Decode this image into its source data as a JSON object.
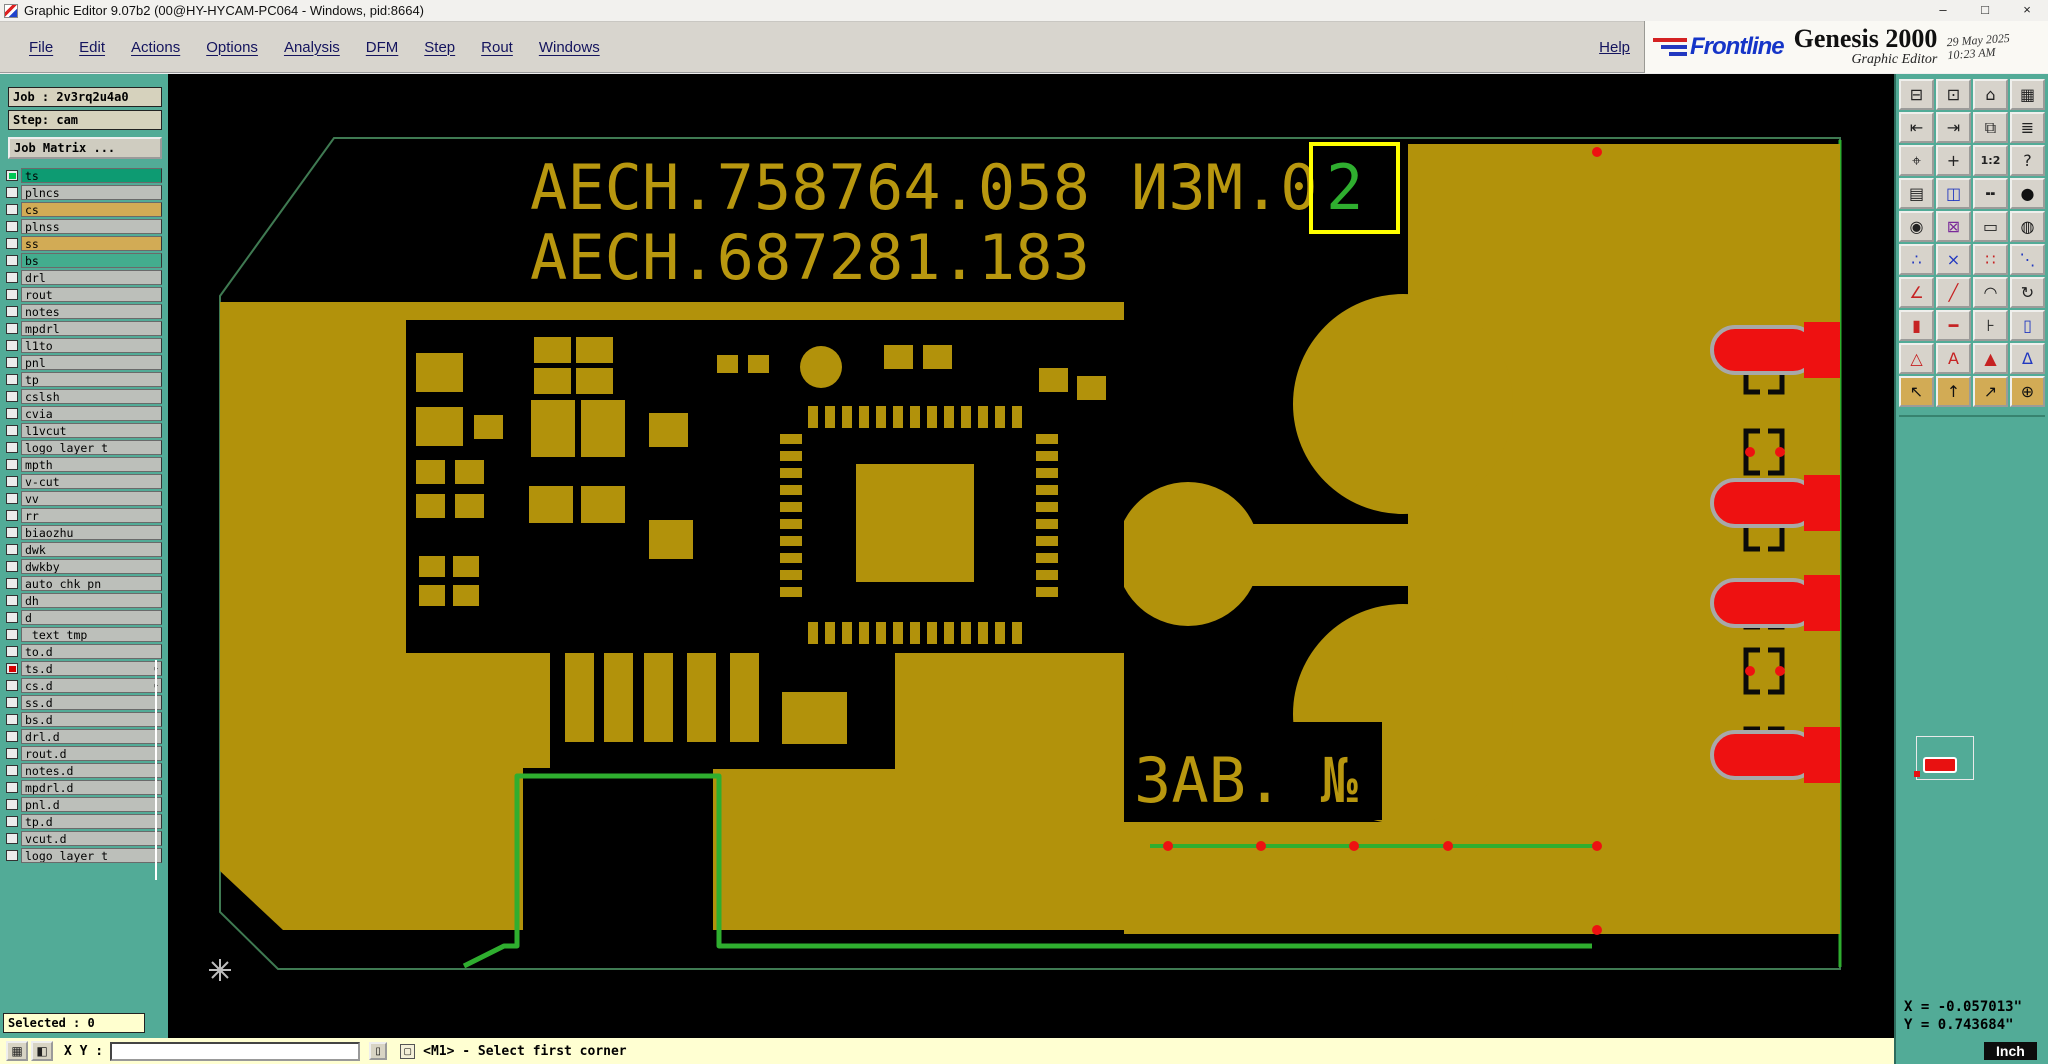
{
  "window": {
    "title": "Graphic Editor 9.07b2 (00@HY-HYCAM-PC064 - Windows, pid:8664)",
    "controls": {
      "minimize": "–",
      "maximize": "□",
      "close": "×"
    }
  },
  "menu": {
    "items": [
      "File",
      "Edit",
      "Actions",
      "Options",
      "Analysis",
      "DFM",
      "Step",
      "Rout",
      "Windows"
    ],
    "help": "Help"
  },
  "brand": {
    "logo": "Frontline",
    "product": "Genesis 2000",
    "date": "29 May 2025",
    "time": "10:23 AM",
    "app": "Graphic Editor"
  },
  "sidebar": {
    "job_label": "Job : 2v3rq2u4a0",
    "step_label": "Step: cam",
    "matrix_button": "Job Matrix ...",
    "selected": "Selected : 0",
    "layers": [
      {
        "label": "ts",
        "bg": "sel",
        "mark": "#00c853"
      },
      {
        "label": "plncs",
        "bg": "gray"
      },
      {
        "label": "cs",
        "bg": "tan"
      },
      {
        "label": "plnss",
        "bg": "gray"
      },
      {
        "label": "ss",
        "bg": "tan"
      },
      {
        "label": "bs",
        "bg": "teal"
      },
      {
        "label": "drl",
        "bg": "gray"
      },
      {
        "label": "rout",
        "bg": "gray"
      },
      {
        "label": "notes",
        "bg": "gray"
      },
      {
        "label": "mpdrl",
        "bg": "gray"
      },
      {
        "label": "l1to",
        "bg": "gray"
      },
      {
        "label": "pnl",
        "bg": "gray"
      },
      {
        "label": "tp",
        "bg": "gray"
      },
      {
        "label": "cslsh",
        "bg": "gray"
      },
      {
        "label": "cvia",
        "bg": "gray"
      },
      {
        "label": "l1vcut",
        "bg": "gray"
      },
      {
        "label": "logo_layer_t",
        "bg": "gray"
      },
      {
        "label": "mpth",
        "bg": "gray"
      },
      {
        "label": "v-cut",
        "bg": "gray"
      },
      {
        "label": "vv",
        "bg": "gray"
      },
      {
        "label": "rr",
        "bg": "gray"
      },
      {
        "label": "biaozhu",
        "bg": "gray"
      },
      {
        "label": "dwk",
        "bg": "gray"
      },
      {
        "label": "dwkby",
        "bg": "gray"
      },
      {
        "label": "auto_chk_pn",
        "bg": "gray"
      },
      {
        "label": "dh",
        "bg": "gray"
      },
      {
        "label": "d",
        "bg": "gray"
      },
      {
        "label": "_text_tmp",
        "bg": "gray"
      },
      {
        "label": "to.d",
        "bg": "gray"
      },
      {
        "label": "ts.d",
        "bg": "gray",
        "mark": "#d50000",
        "arrow": true
      },
      {
        "label": "cs.d",
        "bg": "gray",
        "arrow": true
      },
      {
        "label": "ss.d",
        "bg": "gray"
      },
      {
        "label": "bs.d",
        "bg": "gray"
      },
      {
        "label": "drl.d",
        "bg": "gray"
      },
      {
        "label": "rout.d",
        "bg": "gray"
      },
      {
        "label": "notes.d",
        "bg": "gray"
      },
      {
        "label": "mpdrl.d",
        "bg": "gray"
      },
      {
        "label": "pnl.d",
        "bg": "gray"
      },
      {
        "label": "tp.d",
        "bg": "gray"
      },
      {
        "label": "vcut.d",
        "bg": "gray"
      },
      {
        "label": "logo_layer_t",
        "bg": "gray"
      }
    ]
  },
  "canvas": {
    "doc_number_1": "АЕСН.758764.058",
    "izm_prefix": "ИЗМ.0",
    "izm_selected_digit": "2",
    "doc_number_2": "АЕСН.687281.183",
    "serial_label": "ЗАВ. №"
  },
  "toolbar": {
    "buttons": [
      {
        "name": "multi-view-icon",
        "glyph": "⊟",
        "color": "#222"
      },
      {
        "name": "screen-icon",
        "glyph": "⊡",
        "color": "#222"
      },
      {
        "name": "home-icon",
        "glyph": "⌂",
        "color": "#222"
      },
      {
        "name": "grid-view-icon",
        "glyph": "▦",
        "color": "#222"
      },
      {
        "name": "shift-left-icon",
        "glyph": "⇤",
        "color": "#222"
      },
      {
        "name": "shift-right-icon",
        "glyph": "⇥",
        "color": "#222"
      },
      {
        "name": "cascade-icon",
        "glyph": "⧉",
        "color": "#222"
      },
      {
        "name": "layer-list-icon",
        "glyph": "≣",
        "color": "#222"
      },
      {
        "name": "center-target-icon",
        "glyph": "⌖",
        "color": "#222"
      },
      {
        "name": "zoom-plus-icon",
        "glyph": "+",
        "color": "#222"
      },
      {
        "name": "zoom-ratio-icon",
        "glyph": "1:2",
        "color": "#222",
        "small": true
      },
      {
        "name": "help-pointer-icon",
        "glyph": "?",
        "color": "#222"
      },
      {
        "name": "hatch-view-icon",
        "glyph": "▤",
        "color": "#222"
      },
      {
        "name": "split-view-icon",
        "glyph": "◫",
        "color": "#2238c0"
      },
      {
        "name": "dashed-line-icon",
        "glyph": "╍",
        "color": "#222"
      },
      {
        "name": "filled-dot-icon",
        "glyph": "●",
        "color": "#111"
      },
      {
        "name": "capture-icon",
        "glyph": "◉",
        "color": "#222"
      },
      {
        "name": "clear-box-icon",
        "glyph": "⊠",
        "color": "#7a2a9a"
      },
      {
        "name": "rectangle-tool-icon",
        "glyph": "▭",
        "color": "#222"
      },
      {
        "name": "shaded-dot-icon",
        "glyph": "◍",
        "color": "#111"
      },
      {
        "name": "points-tool-icon",
        "glyph": "∴",
        "color": "#2238c0"
      },
      {
        "name": "delete-tool-icon",
        "glyph": "×",
        "color": "#2238c0"
      },
      {
        "name": "pattern-dots-icon",
        "glyph": "∷",
        "color": "#c62222"
      },
      {
        "name": "chain-tool-icon",
        "glyph": "⋱",
        "color": "#2238c0"
      },
      {
        "name": "angle-measure-icon",
        "glyph": "∠",
        "color": "#c62222"
      },
      {
        "name": "line-tool-icon",
        "glyph": "╱",
        "color": "#c62222"
      },
      {
        "name": "arc-tool-icon",
        "glyph": "◠",
        "color": "#222"
      },
      {
        "name": "rotate-tool-icon",
        "glyph": "↻",
        "color": "#222"
      },
      {
        "name": "red-pad-icon",
        "glyph": "▮",
        "color": "#c62222"
      },
      {
        "name": "width-line-icon",
        "glyph": "━",
        "color": "#c62222"
      },
      {
        "name": "probe-icon",
        "glyph": "⊦",
        "color": "#222"
      },
      {
        "name": "outline-pad-icon",
        "glyph": "▯",
        "color": "#2238c0"
      },
      {
        "name": "triangle-tool-icon",
        "glyph": "△",
        "color": "#c62222"
      },
      {
        "name": "text-a-icon",
        "glyph": "A",
        "color": "#c62222"
      },
      {
        "name": "filled-triangle-icon",
        "glyph": "▲",
        "color": "#c62222"
      },
      {
        "name": "delta-blue-icon",
        "glyph": "Δ",
        "color": "#2238c0"
      },
      {
        "name": "select-arrow-icon",
        "glyph": "↖",
        "color": "#111",
        "bg": "#d2ab55"
      },
      {
        "name": "up-arrow-icon",
        "glyph": "↑",
        "color": "#111",
        "bg": "#d2ab55"
      },
      {
        "name": "diagonal-arrow-icon",
        "glyph": "↗",
        "color": "#111",
        "bg": "#d2ab55"
      },
      {
        "name": "add-point-icon",
        "glyph": "⊕",
        "color": "#111",
        "bg": "#d2ab55"
      }
    ]
  },
  "coords": {
    "x_readout": "X = -0.057013\"",
    "y_readout": "Y = 0.743684\""
  },
  "statusbar": {
    "toggle_icons": [
      {
        "name": "grid-toggle-icon",
        "glyph": "▦"
      },
      {
        "name": "fill-toggle-icon",
        "glyph": "◧"
      }
    ],
    "xy_label": "X Y :",
    "xy_value": "",
    "panel_button_glyph": "▯",
    "message_icon_glyph": "▢",
    "message": "<M1> - Select first corner",
    "units": "Inch"
  }
}
